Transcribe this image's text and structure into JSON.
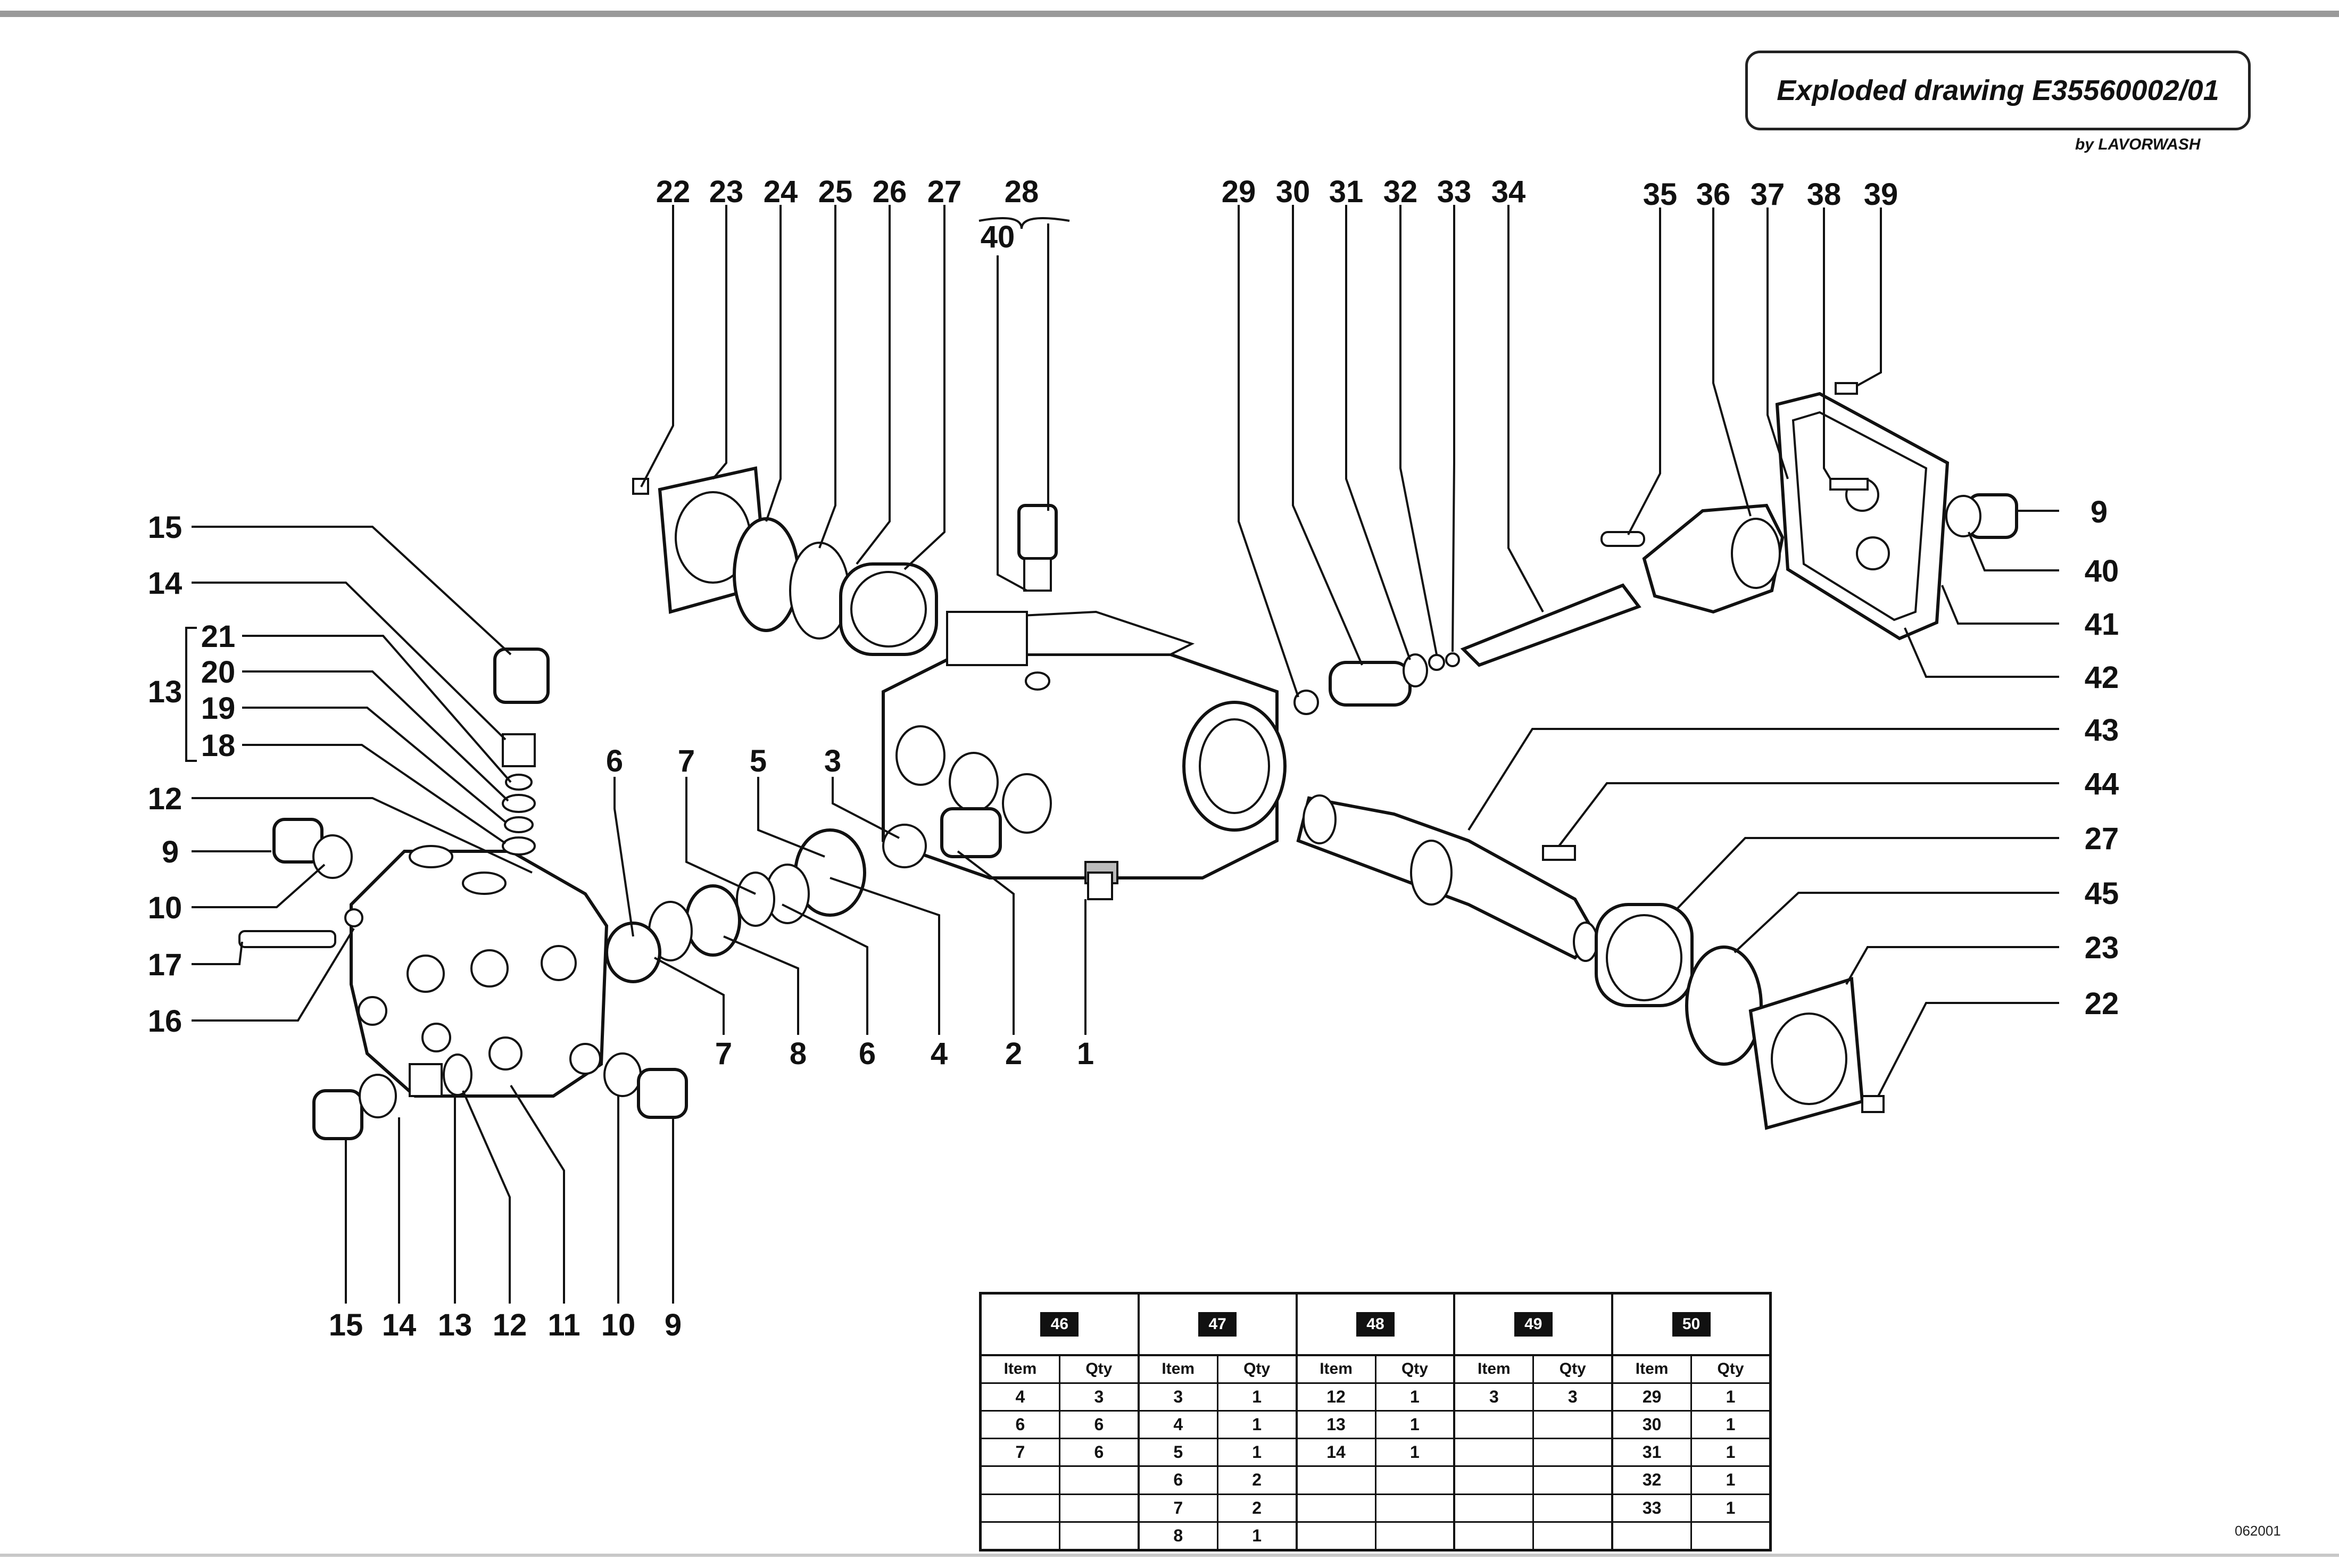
{
  "header": {
    "title": "Exploded drawing E35560002/01",
    "brand": "by LAVORWASH",
    "doc_code": "062001"
  },
  "callouts": {
    "c1": "1",
    "c2": "2",
    "c3": "3",
    "c4": "4",
    "c5": "5",
    "c6a": "6",
    "c6b": "6",
    "c7a": "7",
    "c7b": "7",
    "c8": "8",
    "c9a": "9",
    "c9b": "9",
    "c9c": "9",
    "c10a": "10",
    "c10b": "10",
    "c11": "11",
    "c12a": "12",
    "c12b": "12",
    "c13a": "13",
    "c13b": "13",
    "c14a": "14",
    "c14b": "14",
    "c15a": "15",
    "c15b": "15",
    "c16": "16",
    "c17": "17",
    "c18": "18",
    "c19": "19",
    "c20": "20",
    "c21": "21",
    "c22a": "22",
    "c22b": "22",
    "c23a": "23",
    "c23b": "23",
    "c24": "24",
    "c25": "25",
    "c26": "26",
    "c27a": "27",
    "c27b": "27",
    "c28": "28",
    "c29": "29",
    "c30": "30",
    "c31": "31",
    "c32": "32",
    "c33": "33",
    "c34": "34",
    "c35": "35",
    "c36": "36",
    "c37": "37",
    "c38": "38",
    "c39": "39",
    "c40a": "40",
    "c40b": "40",
    "c41": "41",
    "c42": "42",
    "c43": "43",
    "c44": "44",
    "c45": "45"
  },
  "kits": [
    {
      "id": "46",
      "columns": [
        "Item",
        "Qty"
      ],
      "rows": [
        [
          "4",
          "3"
        ],
        [
          "6",
          "6"
        ],
        [
          "7",
          "6"
        ],
        [
          "",
          ""
        ],
        [
          "",
          ""
        ],
        [
          "",
          ""
        ]
      ]
    },
    {
      "id": "47",
      "columns": [
        "Item",
        "Qty"
      ],
      "rows": [
        [
          "3",
          "1"
        ],
        [
          "4",
          "1"
        ],
        [
          "5",
          "1"
        ],
        [
          "6",
          "2"
        ],
        [
          "7",
          "2"
        ],
        [
          "8",
          "1"
        ]
      ]
    },
    {
      "id": "48",
      "columns": [
        "Item",
        "Qty"
      ],
      "rows": [
        [
          "12",
          "1"
        ],
        [
          "13",
          "1"
        ],
        [
          "14",
          "1"
        ],
        [
          "",
          ""
        ],
        [
          "",
          ""
        ],
        [
          "",
          ""
        ]
      ]
    },
    {
      "id": "49",
      "columns": [
        "Item",
        "Qty"
      ],
      "rows": [
        [
          "3",
          "3"
        ],
        [
          "",
          ""
        ],
        [
          "",
          ""
        ],
        [
          "",
          ""
        ],
        [
          "",
          ""
        ],
        [
          "",
          ""
        ]
      ]
    },
    {
      "id": "50",
      "columns": [
        "Item",
        "Qty"
      ],
      "rows": [
        [
          "29",
          "1"
        ],
        [
          "30",
          "1"
        ],
        [
          "31",
          "1"
        ],
        [
          "32",
          "1"
        ],
        [
          "33",
          "1"
        ],
        [
          "",
          ""
        ]
      ]
    }
  ]
}
